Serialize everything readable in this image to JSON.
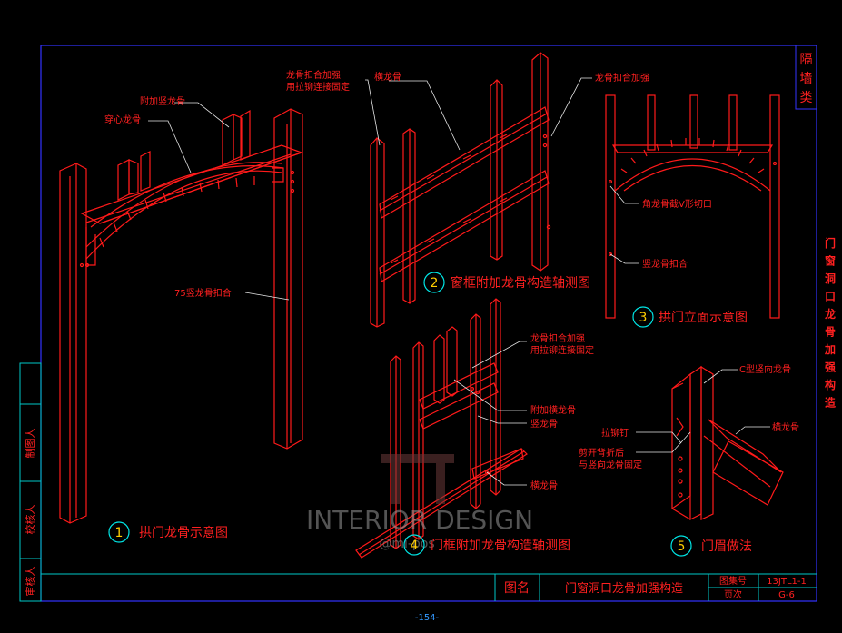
{
  "sheet": {
    "category": "隔墙类",
    "side_title": "门窗洞口龙骨加强构造",
    "page_number": "-154-",
    "watermark": "INTERIOR DESIGN",
    "watermark_sub": "@mi-pos"
  },
  "title_block": {
    "name_label": "图名",
    "drawing_name": "门窗洞口龙骨加强构造",
    "atlas_label": "图集号",
    "atlas_value": "13JTL1-1",
    "page_label": "页次",
    "page_value": "G-6"
  },
  "left_strip": [
    "制图人",
    "校核人",
    "审核人"
  ],
  "views": [
    {
      "number": "1",
      "title": "拱门龙骨示意图"
    },
    {
      "number": "2",
      "title": "窗框附加龙骨构造轴测图"
    },
    {
      "number": "3",
      "title": "拱门立面示意图"
    },
    {
      "number": "4",
      "title": "门框附加龙骨构造轴测图"
    },
    {
      "number": "5",
      "title": "门眉做法"
    }
  ],
  "annotations": {
    "v1_extra_stud": "附加竖龙骨",
    "v1_through_keel": "穿心龙骨",
    "v1_75_stud": "75竖龙骨扣合",
    "v2_joint_line1": "龙骨扣合加强",
    "v2_joint_line2": "用拉铆连接固定",
    "v2_horizontal": "横龙骨",
    "v2_joint_right": "龙骨扣合加强",
    "v3_notch": "角龙骨截V形切口",
    "v3_stud": "竖龙骨扣合",
    "v4_joint_line1": "龙骨扣合加强",
    "v4_joint_line2": "用拉铆连接固定",
    "v4_extra_horizontal": "附加横龙骨",
    "v4_stud": "竖龙骨",
    "v4_horizontal": "横龙骨",
    "v5_c_stud": "C型竖向龙骨",
    "v5_rivet": "拉铆钉",
    "v5_horizontal": "横龙骨",
    "v5_cut_line1": "剪开背折后",
    "v5_cut_line2": "与竖向龙骨固定"
  },
  "colors": {
    "background": "#000000",
    "frame": "#3333ff",
    "geometry": "#ff1a1a",
    "cyan": "#00e5e5",
    "text_red": "#ff2020",
    "leader": "#e6e6e6"
  }
}
